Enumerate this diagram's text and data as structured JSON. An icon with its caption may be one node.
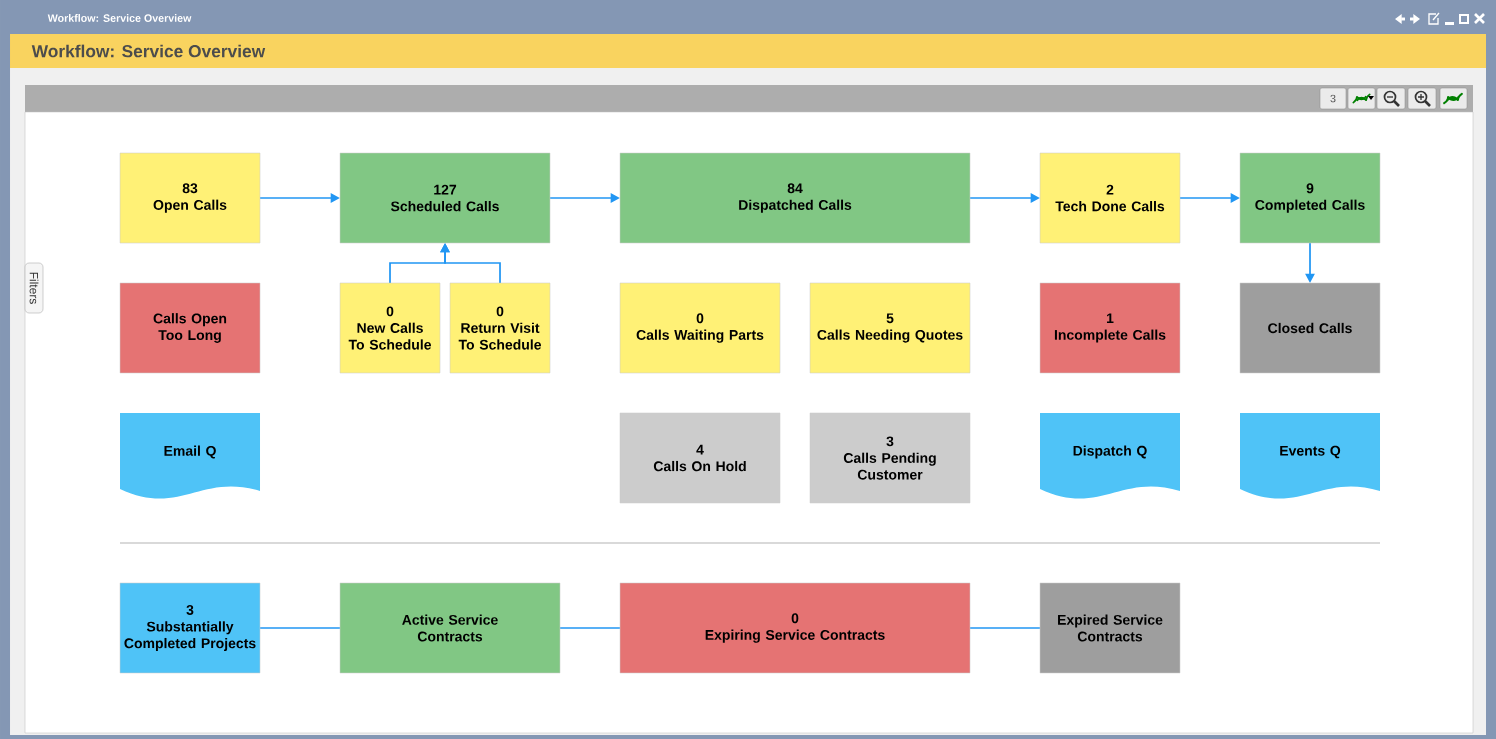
{
  "diagram": {
    "title": "Workflow: Service Overview",
    "nodes": [
      {
        "text": [
          "83",
          "Open Calls"
        ]
      },
      {
        "text": [
          "127",
          "Scheduled Calls"
        ]
      },
      {
        "text": [
          "84",
          "Dispatched Calls"
        ]
      },
      {
        "text": [
          "2",
          "Tech Done Calls"
        ]
      },
      {
        "text": [
          "9",
          "Completed Calls"
        ]
      },
      {
        "text": [
          "Calls Open Too Long"
        ]
      },
      {
        "text": [
          "0",
          "New Calls To Schedule"
        ]
      },
      {
        "text": [
          "0",
          "Return Visit To Schedule"
        ]
      },
      {
        "text": [
          "0",
          "Calls Waiting Parts"
        ]
      },
      {
        "text": [
          "5",
          "Calls Needing Quotes"
        ]
      },
      {
        "text": [
          "1",
          "Incomplete Calls"
        ]
      },
      {
        "text": [
          "Closed Calls"
        ]
      },
      {
        "text": [
          "Email Q"
        ]
      },
      {
        "text": [
          "4",
          "Calls On Hold"
        ]
      },
      {
        "text": [
          "3",
          "Calls Pending Customer"
        ]
      },
      {
        "text": [
          "Dispatch Q"
        ]
      },
      {
        "text": [
          "Events Q"
        ]
      },
      {
        "text": [
          "3",
          "Substantially Completed Projects"
        ]
      },
      {
        "text": [
          "Active Service Contracts"
        ]
      },
      {
        "text": [
          "0",
          "Expiring Service Contracts"
        ]
      },
      {
        "text": [
          "Expired Service Contracts"
        ]
      }
    ],
    "edges": [
      {
        "from": 0,
        "to": 1,
        "arrow": "to"
      },
      {
        "from": 1,
        "to": 2,
        "arrow": "to"
      },
      {
        "from": 2,
        "to": 3,
        "arrow": "to"
      },
      {
        "from": 3,
        "to": 4,
        "arrow": "to"
      },
      {
        "from": 6,
        "to": 1,
        "arrow": "to"
      },
      {
        "from": 7,
        "to": 1,
        "arrow": "to"
      },
      {
        "from": 4,
        "to": 11,
        "arrow": "to"
      },
      {
        "from": 17,
        "to": 18,
        "arrow": "none"
      },
      {
        "from": 18,
        "to": 19,
        "arrow": "none"
      },
      {
        "from": 19,
        "to": 20,
        "arrow": "none"
      }
    ],
    "labels": [
      "Workflow: Service Overview",
      "3",
      "Filters"
    ]
  }
}
